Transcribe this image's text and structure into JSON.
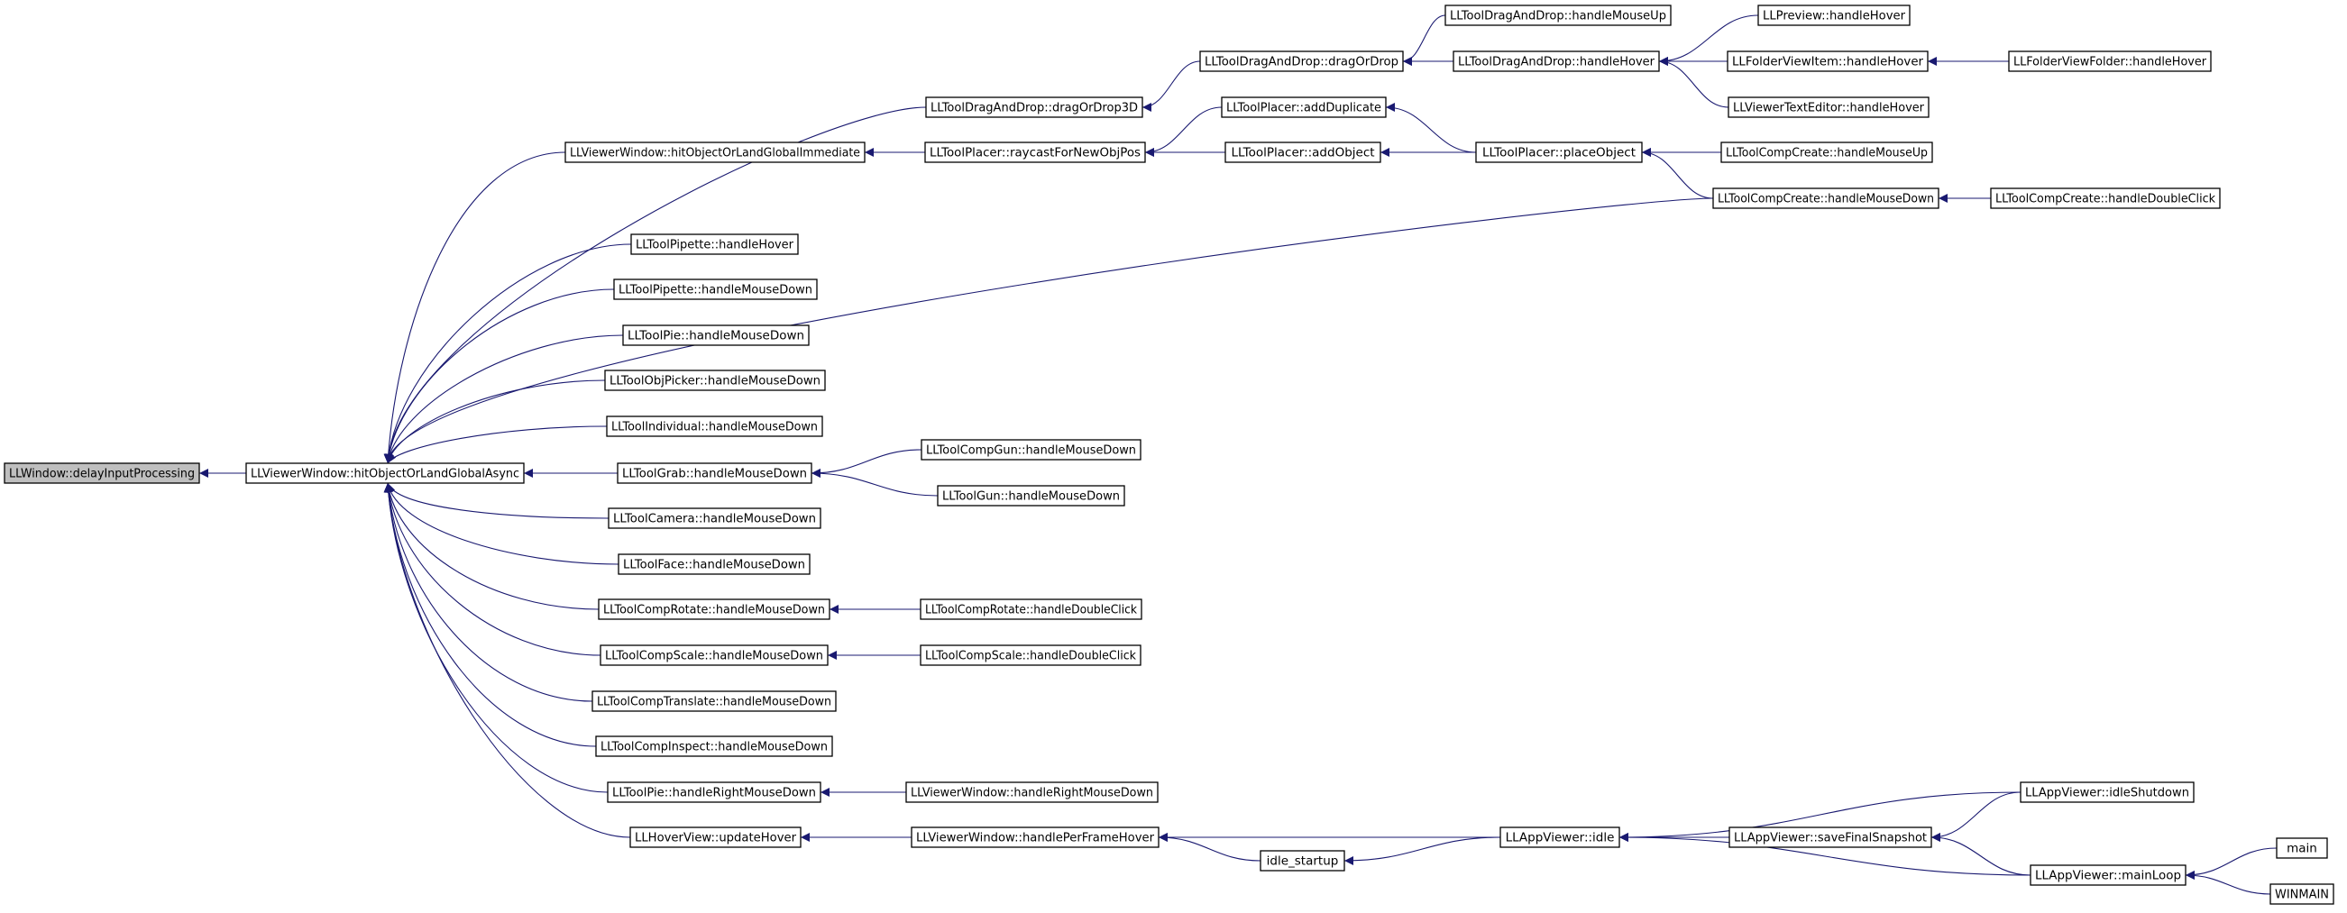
{
  "graph": {
    "edge_color": "#191970",
    "root_fill": "#bfbfbf",
    "node_fill": "#ffffff",
    "nodes": [
      {
        "id": "n0",
        "label": "LLWindow::delayInputProcessing",
        "root": true
      },
      {
        "id": "n1",
        "label": "LLViewerWindow::hitObjectOrLandGlobalAsync"
      },
      {
        "id": "n2",
        "label": "LLViewerWindow::hitObjectOrLandGlobalImmediate"
      },
      {
        "id": "n3",
        "label": "LLToolDragAndDrop::dragOrDrop3D"
      },
      {
        "id": "n4",
        "label": "LLToolDragAndDrop::dragOrDrop"
      },
      {
        "id": "n5",
        "label": "LLToolDragAndDrop::handleMouseUp"
      },
      {
        "id": "n6",
        "label": "LLToolDragAndDrop::handleHover"
      },
      {
        "id": "n7",
        "label": "LLPreview::handleHover"
      },
      {
        "id": "n8",
        "label": "LLFolderViewItem::handleHover"
      },
      {
        "id": "n9",
        "label": "LLFolderViewFolder::handleHover"
      },
      {
        "id": "n10",
        "label": "LLViewerTextEditor::handleHover"
      },
      {
        "id": "n11",
        "label": "LLToolPlacer::raycastForNewObjPos"
      },
      {
        "id": "n12",
        "label": "LLToolPlacer::addDuplicate"
      },
      {
        "id": "n13",
        "label": "LLToolPlacer::addObject"
      },
      {
        "id": "n14",
        "label": "LLToolPlacer::placeObject"
      },
      {
        "id": "n15",
        "label": "LLToolCompCreate::handleMouseUp"
      },
      {
        "id": "n16",
        "label": "LLToolCompCreate::handleMouseDown"
      },
      {
        "id": "n17",
        "label": "LLToolCompCreate::handleDoubleClick"
      },
      {
        "id": "n18",
        "label": "LLToolPipette::handleHover"
      },
      {
        "id": "n19",
        "label": "LLToolPipette::handleMouseDown"
      },
      {
        "id": "n20",
        "label": "LLToolPie::handleMouseDown"
      },
      {
        "id": "n21",
        "label": "LLToolObjPicker::handleMouseDown"
      },
      {
        "id": "n22",
        "label": "LLToolIndividual::handleMouseDown"
      },
      {
        "id": "n23",
        "label": "LLToolGrab::handleMouseDown"
      },
      {
        "id": "n24",
        "label": "LLToolCompGun::handleMouseDown"
      },
      {
        "id": "n25",
        "label": "LLToolGun::handleMouseDown"
      },
      {
        "id": "n26",
        "label": "LLToolCamera::handleMouseDown"
      },
      {
        "id": "n27",
        "label": "LLToolFace::handleMouseDown"
      },
      {
        "id": "n28",
        "label": "LLToolCompRotate::handleMouseDown"
      },
      {
        "id": "n29",
        "label": "LLToolCompRotate::handleDoubleClick"
      },
      {
        "id": "n30",
        "label": "LLToolCompScale::handleMouseDown"
      },
      {
        "id": "n31",
        "label": "LLToolCompScale::handleDoubleClick"
      },
      {
        "id": "n32",
        "label": "LLToolCompTranslate::handleMouseDown"
      },
      {
        "id": "n33",
        "label": "LLToolCompInspect::handleMouseDown"
      },
      {
        "id": "n34",
        "label": "LLToolPie::handleRightMouseDown"
      },
      {
        "id": "n35",
        "label": "LLViewerWindow::handleRightMouseDown"
      },
      {
        "id": "n36",
        "label": "LLHoverView::updateHover"
      },
      {
        "id": "n37",
        "label": "LLViewerWindow::handlePerFrameHover"
      },
      {
        "id": "n38",
        "label": "idle_startup"
      },
      {
        "id": "n39",
        "label": "LLAppViewer::idle"
      },
      {
        "id": "n40",
        "label": "LLAppViewer::saveFinalSnapshot"
      },
      {
        "id": "n41",
        "label": "LLAppViewer::idleShutdown"
      },
      {
        "id": "n42",
        "label": "LLAppViewer::mainLoop"
      },
      {
        "id": "n43",
        "label": "main"
      },
      {
        "id": "n44",
        "label": "WINMAIN"
      }
    ],
    "edges": [
      [
        "n1",
        "n0"
      ],
      [
        "n2",
        "n1"
      ],
      [
        "n3",
        "n1"
      ],
      [
        "n16",
        "n1"
      ],
      [
        "n18",
        "n1"
      ],
      [
        "n19",
        "n1"
      ],
      [
        "n20",
        "n1"
      ],
      [
        "n21",
        "n1"
      ],
      [
        "n22",
        "n1"
      ],
      [
        "n23",
        "n1"
      ],
      [
        "n26",
        "n1"
      ],
      [
        "n27",
        "n1"
      ],
      [
        "n28",
        "n1"
      ],
      [
        "n30",
        "n1"
      ],
      [
        "n32",
        "n1"
      ],
      [
        "n33",
        "n1"
      ],
      [
        "n34",
        "n1"
      ],
      [
        "n36",
        "n1"
      ],
      [
        "n11",
        "n2"
      ],
      [
        "n4",
        "n3"
      ],
      [
        "n6",
        "n4"
      ],
      [
        "n5",
        "n4"
      ],
      [
        "n7",
        "n6"
      ],
      [
        "n8",
        "n6"
      ],
      [
        "n10",
        "n6"
      ],
      [
        "n9",
        "n8"
      ],
      [
        "n12",
        "n11"
      ],
      [
        "n13",
        "n11"
      ],
      [
        "n14",
        "n12"
      ],
      [
        "n14",
        "n13"
      ],
      [
        "n15",
        "n14"
      ],
      [
        "n16",
        "n14"
      ],
      [
        "n17",
        "n16"
      ],
      [
        "n24",
        "n23"
      ],
      [
        "n25",
        "n23"
      ],
      [
        "n29",
        "n28"
      ],
      [
        "n31",
        "n30"
      ],
      [
        "n35",
        "n34"
      ],
      [
        "n37",
        "n36"
      ],
      [
        "n39",
        "n37"
      ],
      [
        "n38",
        "n37"
      ],
      [
        "n39",
        "n38"
      ],
      [
        "n40",
        "n39"
      ],
      [
        "n41",
        "n39"
      ],
      [
        "n42",
        "n39"
      ],
      [
        "n41",
        "n40"
      ],
      [
        "n42",
        "n40"
      ],
      [
        "n43",
        "n42"
      ],
      [
        "n44",
        "n42"
      ]
    ]
  }
}
